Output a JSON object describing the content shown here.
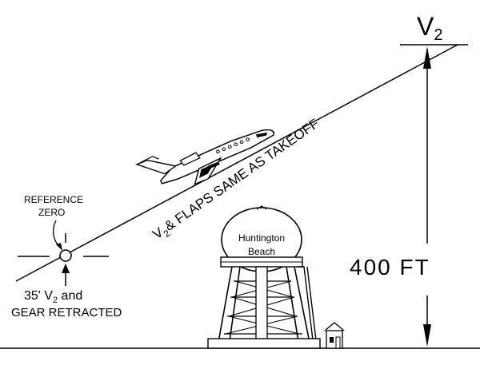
{
  "labels": {
    "v_main": "V",
    "v_sub": "2",
    "reference_zero_line1": "REFERENCE",
    "reference_zero_line2": "ZERO",
    "flight_v": "V",
    "flight_sub": "2",
    "flight_text": "& FLAPS SAME AS TAKEOFF",
    "tower_line1": "Huntington",
    "tower_line2": "Beach",
    "altitude": "400 FT",
    "cond_prefix": "35' V",
    "cond_sub": "2",
    "cond_suffix": " and",
    "cond_line2": "GEAR RETRACTED"
  },
  "colors": {
    "ink": "#000000",
    "background": "#ffffff"
  },
  "icons": [
    "airplane-icon",
    "water-tower-icon",
    "house-icon",
    "reference-crosshair-icon"
  ]
}
